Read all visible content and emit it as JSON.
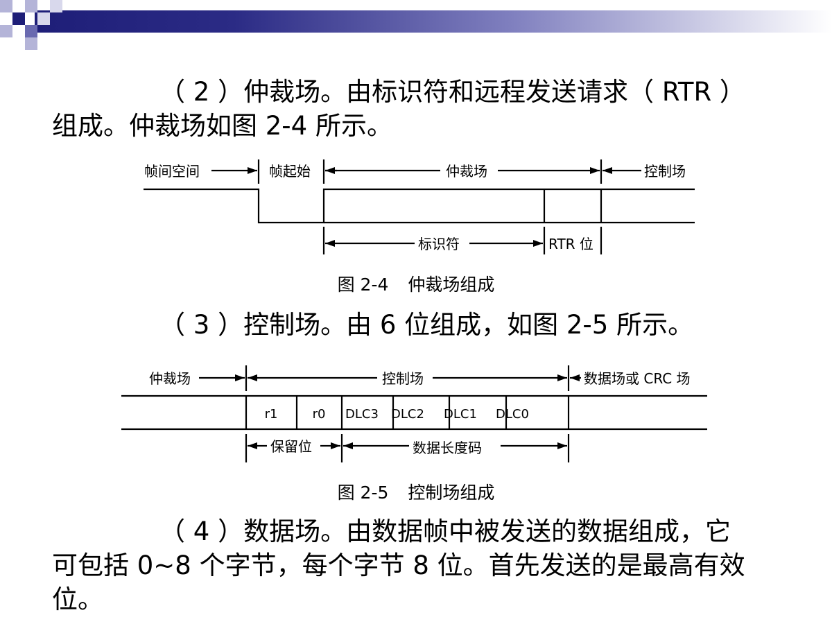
{
  "para2": {
    "line1": "（ 2 ）仲裁场。由标识符和远程发送请求（ RTR ）",
    "line2": "组成。仲裁场如图 2-4 所示。"
  },
  "fig24": {
    "labels": {
      "ifs": "帧间空间",
      "sof": "帧起始",
      "arb": "仲裁场",
      "ctrl": "控制场",
      "id": "标识符",
      "rtr": "RTR 位"
    },
    "caption_num": "图 2-4",
    "caption_text": "仲裁场组成"
  },
  "para3": {
    "line1": "（ 3 ）控制场。由 6 位组成，如图 2-5 所示。"
  },
  "fig25": {
    "labels": {
      "arb": "仲裁场",
      "ctrl": "控制场",
      "next": "数据场或 CRC 场",
      "reserved": "保留位",
      "dlc": "数据长度码"
    },
    "bits": [
      "r1",
      "r0",
      "DLC3",
      "DLC2",
      "DLC1",
      "DLC0"
    ],
    "caption_num": "图 2-5",
    "caption_text": "控制场组成"
  },
  "para4": {
    "line1": "（ 4 ）数据场。由数据帧中被发送的数据组成，它",
    "line2": "可包括 0~8 个字节，每个字节 8 位。首先发送的是最高有效",
    "line3": "位。"
  },
  "theme": {
    "banner_dark": "#1e1e78",
    "banner_light": "#ffffff",
    "square_mid": "#6a6ab0",
    "square_light": "#b4b4d8"
  }
}
